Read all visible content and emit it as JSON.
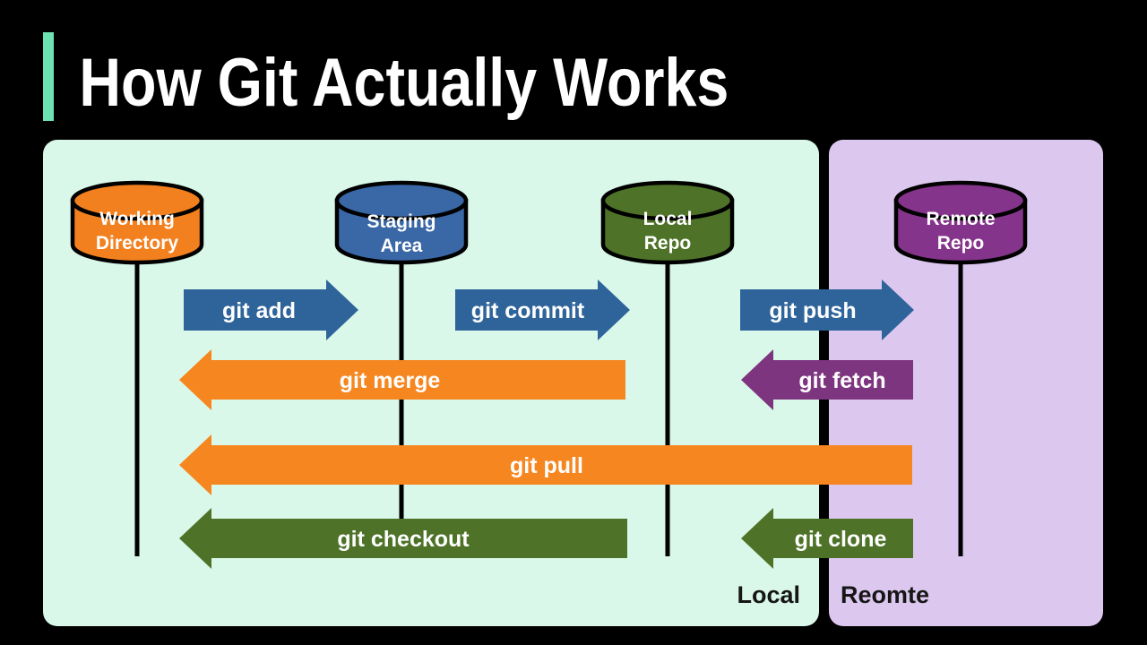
{
  "header": {
    "title": "How Git Actually Works"
  },
  "theme": {
    "background": "#000000",
    "accent_bar": "#6EE3B2",
    "title_color": "#FFFFFF",
    "local_panel_bg": "#D9F8E9",
    "remote_panel_bg": "#DCC8EF",
    "timeline_color": "#000000",
    "node_text_color": "#FFFFFF",
    "arrow_text_color": "#FFFFFF",
    "footer_text_color": "#161616"
  },
  "nodes": [
    {
      "id": "working-directory",
      "line1": "Working",
      "line2": "Directory",
      "color": "#F2801F"
    },
    {
      "id": "staging-area",
      "line1": "Staging",
      "line2": "Area",
      "color": "#3A67A5"
    },
    {
      "id": "local-repo",
      "line1": "Local",
      "line2": "Repo",
      "color": "#4E7328"
    },
    {
      "id": "remote-repo",
      "line1": "Remote",
      "line2": "Repo",
      "color": "#85348B"
    }
  ],
  "arrows": [
    {
      "id": "git-add",
      "label": "git add",
      "color": "#2F649B",
      "direction": "right",
      "from": "working-directory",
      "to": "staging-area"
    },
    {
      "id": "git-commit",
      "label": "git commit",
      "color": "#2F649B",
      "direction": "right",
      "from": "staging-area",
      "to": "local-repo"
    },
    {
      "id": "git-push",
      "label": "git push",
      "color": "#2F649B",
      "direction": "right",
      "from": "local-repo",
      "to": "remote-repo"
    },
    {
      "id": "git-merge",
      "label": "git merge",
      "color": "#F6861F",
      "direction": "left",
      "from": "local-repo",
      "to": "working-directory"
    },
    {
      "id": "git-fetch",
      "label": "git fetch",
      "color": "#7E3580",
      "direction": "left",
      "from": "remote-repo",
      "to": "local-repo"
    },
    {
      "id": "git-pull",
      "label": "git pull",
      "color": "#F6861F",
      "direction": "left",
      "from": "remote-repo",
      "to": "working-directory"
    },
    {
      "id": "git-checkout",
      "label": "git checkout",
      "color": "#4E7328",
      "direction": "left",
      "from": "local-repo",
      "to": "working-directory"
    },
    {
      "id": "git-clone",
      "label": "git clone",
      "color": "#4E7328",
      "direction": "left",
      "from": "remote-repo",
      "to": "local-repo"
    }
  ],
  "footer": {
    "local_label": "Local",
    "remote_label": "Reomte"
  }
}
